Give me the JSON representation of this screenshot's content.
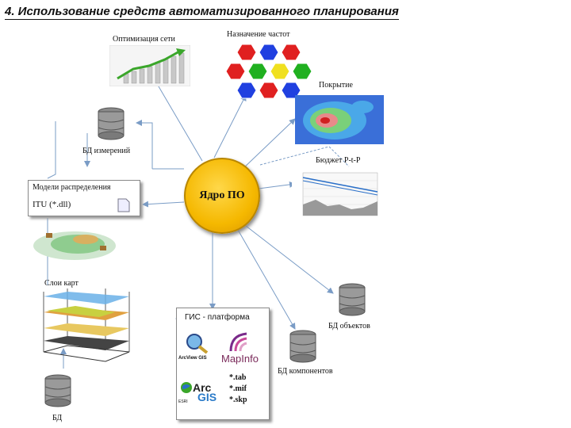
{
  "title": "4. Использование средств автоматизированного планирования",
  "core": {
    "label": "Ядро ПО"
  },
  "modules": {
    "optimization": "Оптимизация сети",
    "frequency": "Назначение частот",
    "coverage": "Покрытие",
    "budget": "Бюджет P-t-P",
    "db_measurements": "БД измерений",
    "propagation_models": "Модели распределения",
    "itu": "ITU (*.dll)",
    "map_layers": "Слои карт",
    "gis_platform": "ГИС - платформа",
    "db_objects": "БД объектов",
    "db_components": "БД компонентов",
    "db": "БД"
  },
  "gis": {
    "arcview": "ArcView GIS",
    "mapinfo": "MapInfo",
    "arc": "Arc",
    "gis": "GIS",
    "esri": "ESRI",
    "formats": [
      "*.tab",
      "*.mif",
      "*.skp"
    ]
  },
  "colors": {
    "core": "#f5b800",
    "arrow": "#7a9cc6"
  }
}
